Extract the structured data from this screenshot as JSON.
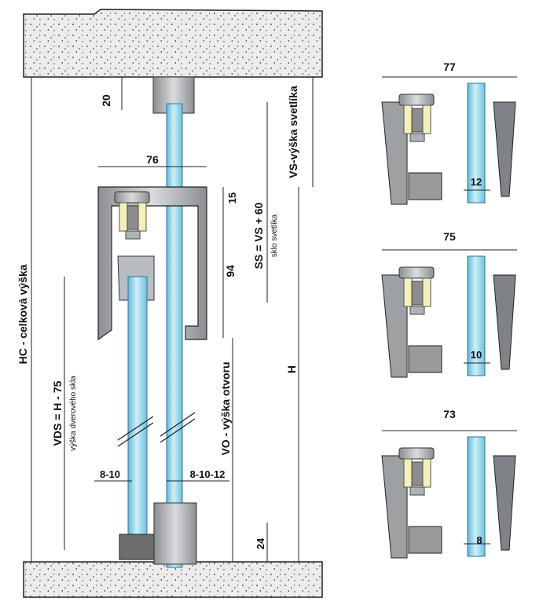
{
  "main_drawing": {
    "top_offset": "20",
    "rail_width": "76",
    "rail_gap": "15",
    "rail_height": "94",
    "bottom_offset": "24",
    "glass_gap_left": "8-10",
    "glass_gap_right": "8-10-12",
    "hc_label": "HC - celková výška",
    "vds_label": "VDS = H - 75",
    "vds_sub": "výška dverového skla",
    "vo_label": "VO - výška otvoru",
    "h_label": "H",
    "vs_label": "VS-výška svetlíka",
    "ss_label": "SS = VS + 60",
    "ss_sub": "sklo svetlíka"
  },
  "details": [
    {
      "width": "77",
      "glass": "12"
    },
    {
      "width": "75",
      "glass": "10"
    },
    {
      "width": "73",
      "glass": "8"
    }
  ],
  "colors": {
    "glass": "#8fd3ea",
    "profile": "#b9bcc0",
    "roller": "#f4f0b8",
    "concrete": "#e6e6e6"
  }
}
